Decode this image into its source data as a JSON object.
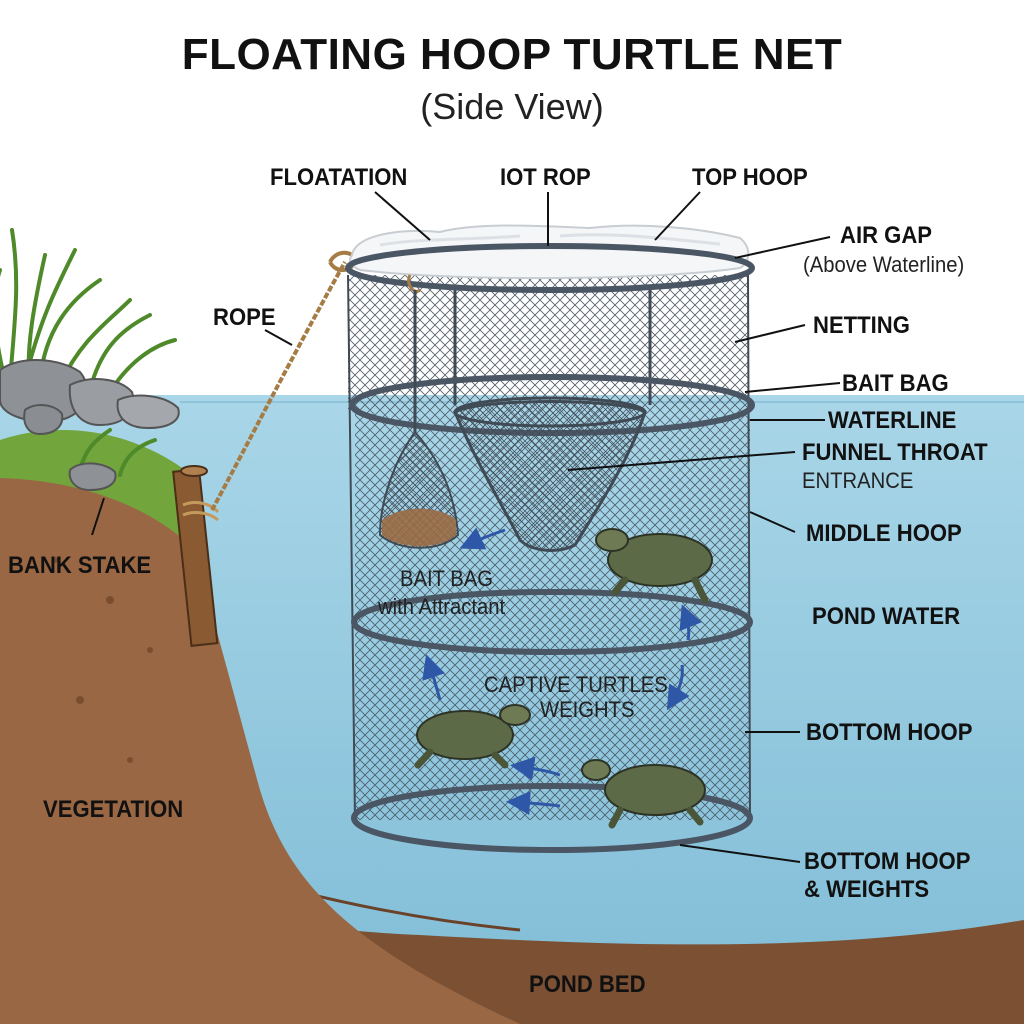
{
  "title": "FLOATING HOOP TURTLE NET",
  "subtitle": "(Side View)",
  "labels": {
    "floatation": "FLOATATION",
    "iot_rop": "IOT ROP",
    "top_hoop": "TOP HOOP",
    "air_gap": "AIR GAP",
    "above_waterline": "(Above Waterline)",
    "rope": "ROPE",
    "netting": "NETTING",
    "bait_bag": "BAIT BAG",
    "waterline": "WATERLINE",
    "funnel_throat": "FUNNEL THROAT",
    "entrance": "ENTRANCE",
    "bank_stake": "BANK STAKE",
    "middle_hoop": "MIDDLE HOOP",
    "bait_bag_inner": "BAIT BAG",
    "with_attractant": "with Attractant",
    "pond_water": "POND WATER",
    "captive_turtles": "CAPTIVE TURTLES",
    "weights": "WEIGHTS",
    "bottom_hoop": "BOTTOM HOOP",
    "vegetation": "VEGETATION",
    "bottom_hoop_weights_1": "BOTTOM HOOP",
    "bottom_hoop_weights_2": "& WEIGHTS",
    "pond_bed": "POND BED"
  },
  "colors": {
    "water": "#b9dcea",
    "water_deep": "#9fcfe3",
    "soil": "#8d5c3a",
    "grass": "#6ba03a",
    "hoop": "#4a5664",
    "turtle_shell": "#5c6a48",
    "foam": "#f4f6f8"
  }
}
